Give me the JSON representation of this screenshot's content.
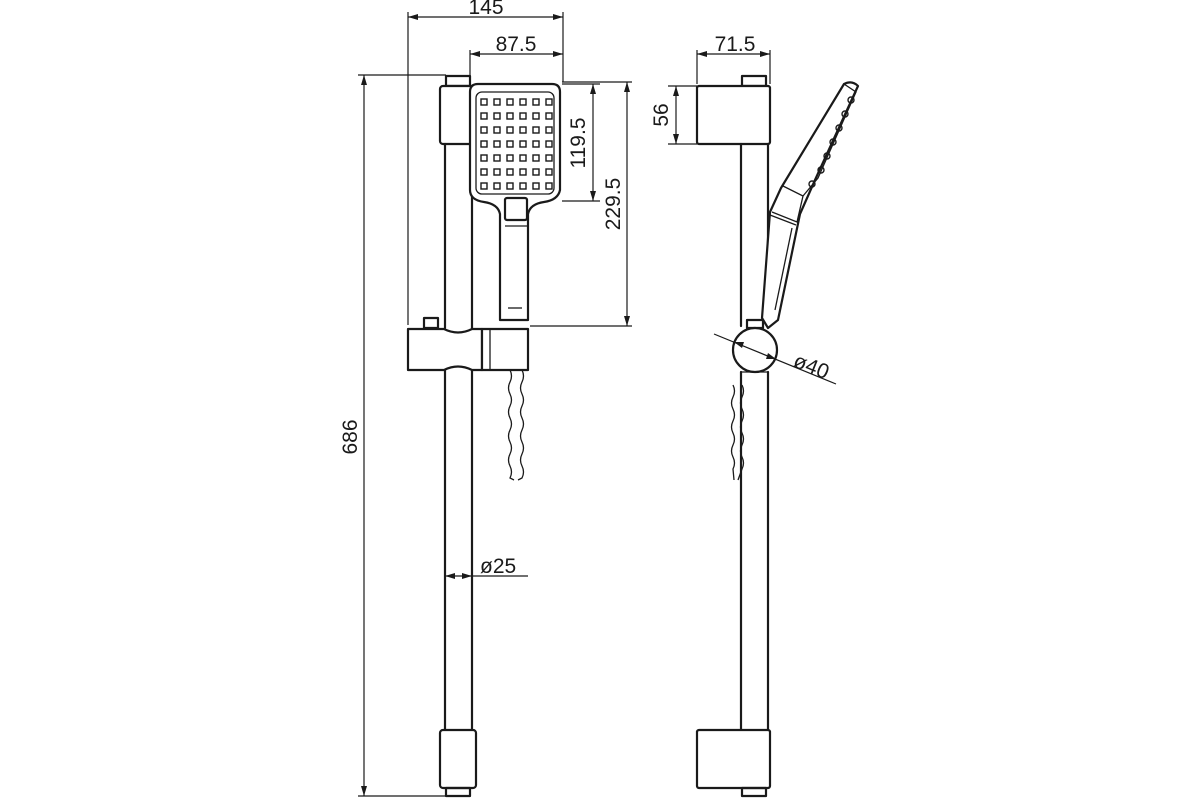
{
  "drawing": {
    "dimensions": {
      "overall_width": "145",
      "head_width": "87.5",
      "head_height": "119.5",
      "handset_length": "229.5",
      "overall_height": "686",
      "rail_diameter": "ø25",
      "side_depth": "71.5",
      "bracket_height": "56",
      "slider_diameter": "ø40"
    }
  }
}
